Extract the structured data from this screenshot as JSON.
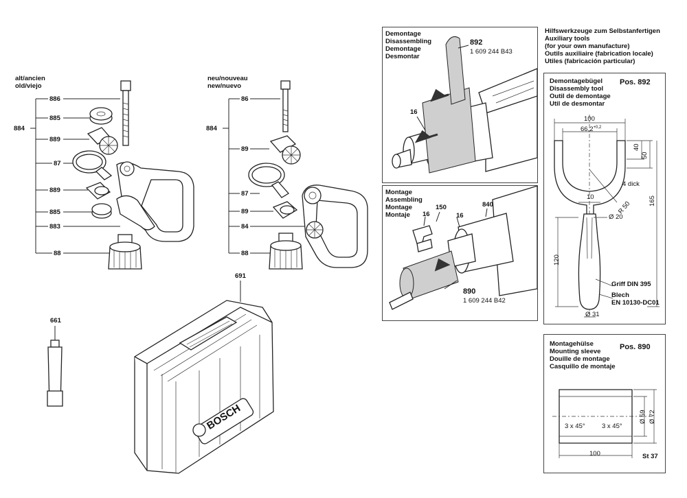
{
  "left_old": {
    "heading": [
      "alt/ancien",
      "old/viejo"
    ],
    "group_label": "884",
    "items": [
      "886",
      "885",
      "889",
      "87",
      "889",
      "885",
      "883",
      "88"
    ]
  },
  "left_new": {
    "heading": [
      "neu/nouveau",
      "new/nuevo"
    ],
    "group_label": "884",
    "items": [
      "86",
      "89",
      "87",
      "89",
      "84",
      "88"
    ]
  },
  "case_label": "691",
  "tube_label": "661",
  "case_brand": "BOSCH",
  "disassembly": {
    "title": [
      "Demontage",
      "Disassembling",
      "Demontage",
      "Desmontar"
    ],
    "part_no": "892",
    "part_code": "1 609 244 B43",
    "callout": "16"
  },
  "assembly": {
    "title": [
      "Montage",
      "Assembling",
      "Montage",
      "Montaje"
    ],
    "callouts": [
      "16",
      "150",
      "16",
      "840"
    ],
    "part_no": "890",
    "part_code": "1 609 244 B42"
  },
  "aux_header": [
    "Hilfswerkzeuge zum Selbstanfertigen",
    "Auxiliary tools",
    "(for your own manufacture)",
    "Outils auxiliaire (fabrication locale)",
    "Utiles (fabricación particular)"
  ],
  "tool_892": {
    "title": [
      "Demontagebügel",
      "Disassembly tool",
      "Outil de demontage",
      "Util de desmontar"
    ],
    "pos": "Pos. 892",
    "dims": {
      "w100": "100",
      "w66": "66,2",
      "w66_tol": "+0,2",
      "h40": "40",
      "h50": "50",
      "thick": "4 dick",
      "d10": "10",
      "r50": "R 50",
      "d20": "Ø 20",
      "h165": "165",
      "h120": "120",
      "d31": "Ø 31"
    },
    "griff": "Griff DIN 395",
    "blech": [
      "Blech",
      "EN 10130-DC01"
    ]
  },
  "tool_890": {
    "title": [
      "Montagehülse",
      "Mounting sleeve",
      "Douille de montage",
      "Casquillo de montaje"
    ],
    "pos": "Pos. 890",
    "dims": {
      "chamfer_l": "3 x 45°",
      "chamfer_r": "3 x 45°",
      "length": "100",
      "d59": "Ø 59",
      "d72": "Ø 72"
    },
    "material": "St 37"
  }
}
